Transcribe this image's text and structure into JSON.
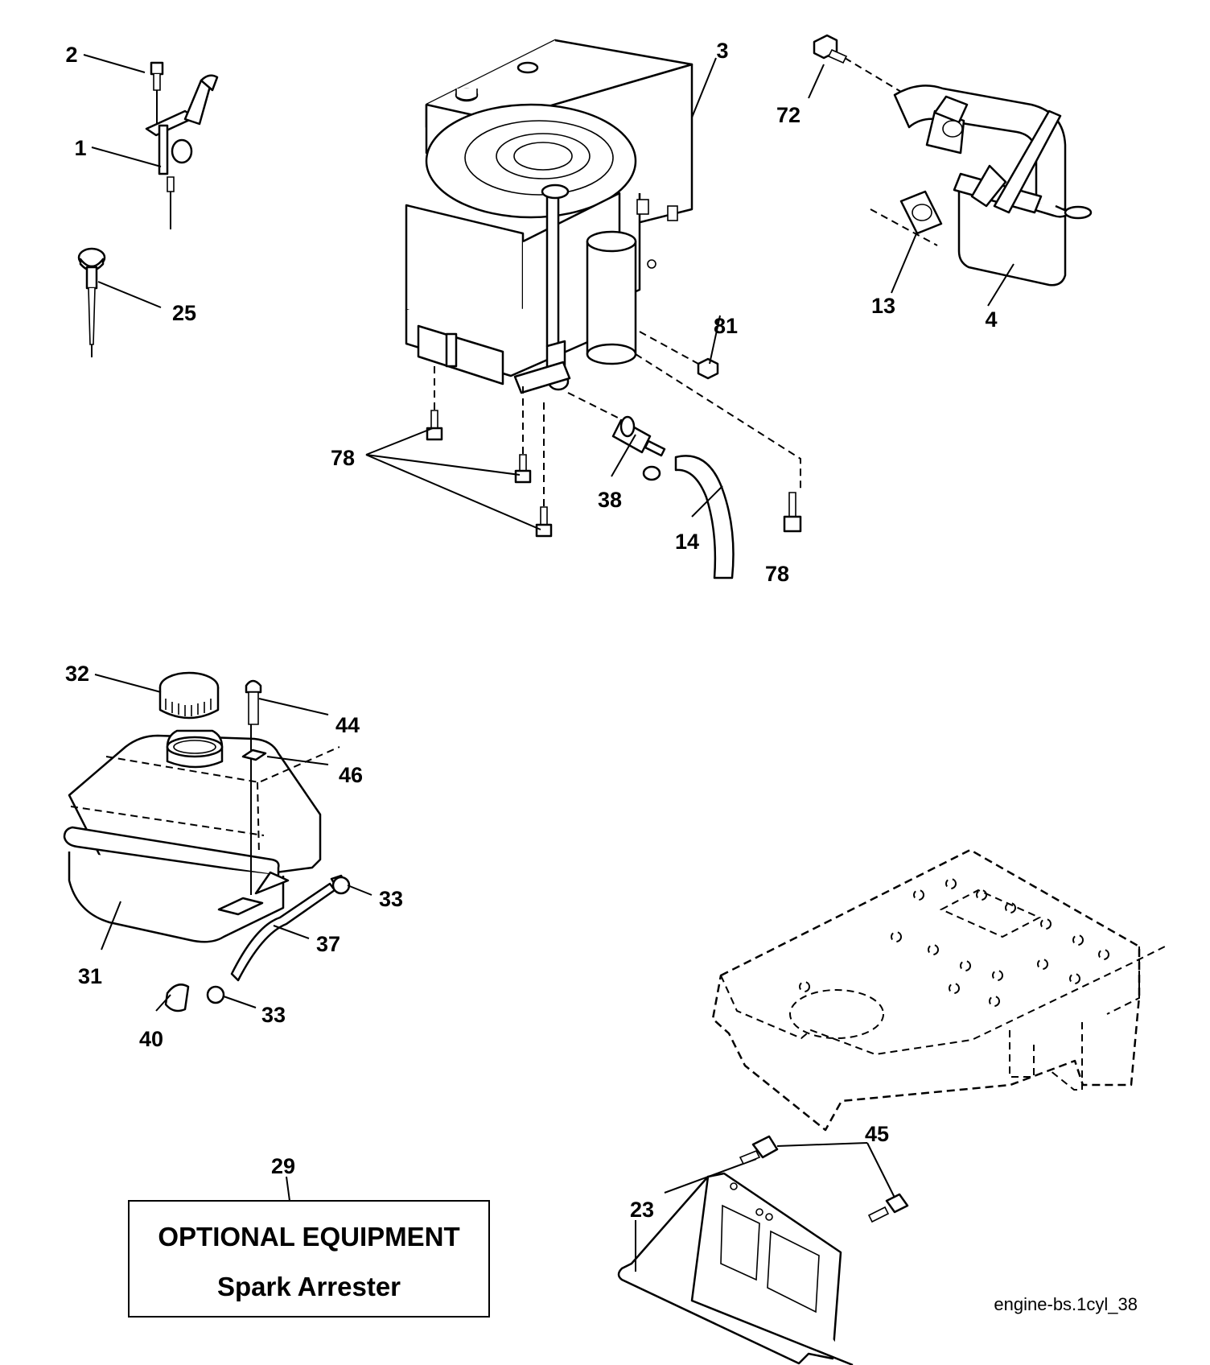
{
  "parts": {
    "throttle_control": "1",
    "screw_throttle": "2",
    "engine": "3",
    "muffler": "4",
    "gasket_exhaust": "13",
    "fuel_line": "14",
    "engine_guard": "23",
    "choke_knob": "25",
    "spark_arrester_option": "29",
    "fuel_tank": "31",
    "tank_cap": "32",
    "hose_clamp_upper": "33",
    "hose_clamp_lower": "33",
    "fuel_hose": "37",
    "fuel_filter": "38",
    "grommet": "40",
    "screw_tank": "44",
    "guard_screws": "45",
    "washer": "46",
    "exhaust_bolt": "72",
    "engine_bolts_left": "78",
    "engine_bolt_right": "78",
    "nut": "81"
  },
  "optional_box": {
    "line1": "OPTIONAL EQUIPMENT",
    "line2": "Spark Arrester"
  },
  "drawing_ref": "engine-bs.1cyl_38"
}
